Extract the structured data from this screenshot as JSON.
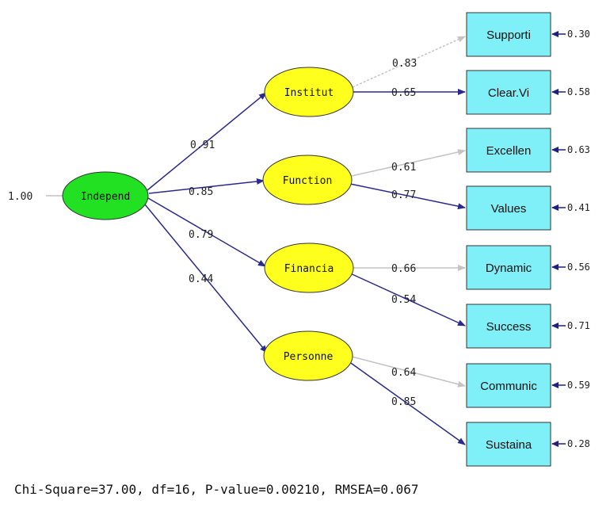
{
  "colors": {
    "independent_fill": "#22e022",
    "latent_fill": "#ffff1e",
    "indicator_fill": "#7ff0f8",
    "path_color": "#2a2a8c",
    "faint_path_color": "#c4c4c4",
    "error_arrow_color": "#1e2080"
  },
  "icons": [
    "arrow-right-icon",
    "arrow-left-icon"
  ],
  "independent": {
    "name": "Independ",
    "variance": "1.00"
  },
  "latents": [
    {
      "name": "Institut",
      "loading": "0.91"
    },
    {
      "name": "Function",
      "loading": "0.85"
    },
    {
      "name": "Financia",
      "loading": "0.79"
    },
    {
      "name": "Personne",
      "loading": "0.44"
    }
  ],
  "indicators": [
    {
      "name": "Supporti",
      "loading": "0.83",
      "error": "0.30",
      "faint": true
    },
    {
      "name": "Clear.Vi",
      "loading": "0.65",
      "error": "0.58",
      "faint": false
    },
    {
      "name": "Excellen",
      "loading": "0.61",
      "error": "0.63",
      "faint": true
    },
    {
      "name": "Values",
      "loading": "0.77",
      "error": "0.41",
      "faint": false
    },
    {
      "name": "Dynamic",
      "loading": "0.66",
      "error": "0.56",
      "faint": true
    },
    {
      "name": "Success",
      "loading": "0.54",
      "error": "0.71",
      "faint": false
    },
    {
      "name": "Communic",
      "loading": "0.64",
      "error": "0.59",
      "faint": true
    },
    {
      "name": "Sustaina",
      "loading": "0.85",
      "error": "0.28",
      "faint": false
    }
  ],
  "fit_statistics": "Chi-Square=37.00, df=16, P-value=0.00210, RMSEA=0.067"
}
